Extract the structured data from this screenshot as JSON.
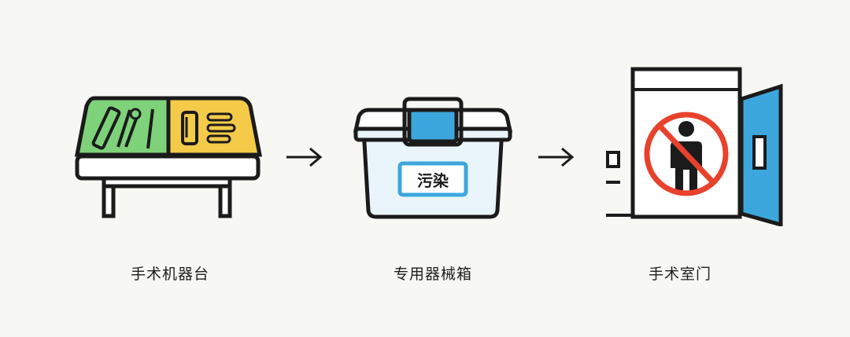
{
  "steps": [
    {
      "label": "手术机器台",
      "icon": "surgical-instrument-table-icon"
    },
    {
      "label": "专用器械箱",
      "icon": "instrument-box-icon",
      "tag": "污染"
    },
    {
      "label": "手术室门",
      "icon": "operating-room-door-icon"
    }
  ],
  "colors": {
    "outline": "#1b1b1b",
    "green": "#7ed27a",
    "yellow": "#f4cb48",
    "blue": "#3ca7dd",
    "light_blue": "#eaf5fb",
    "red": "#e8412c",
    "background": "#f7f7f4"
  }
}
